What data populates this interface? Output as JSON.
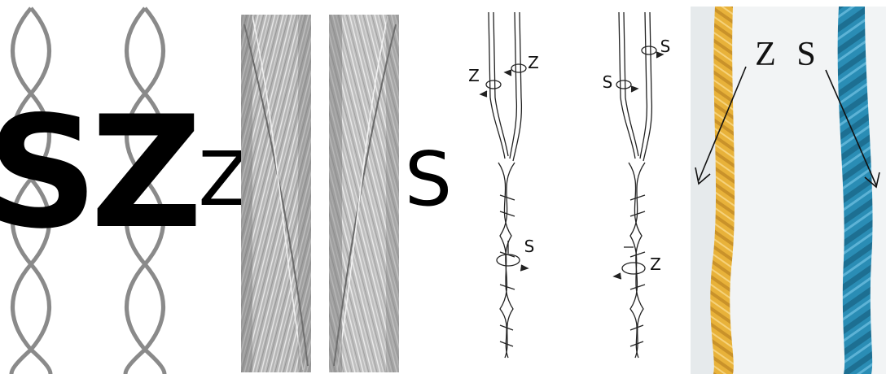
{
  "panel_ropes": {
    "left_letter": "S",
    "right_letter": "Z"
  },
  "panel_micrographs": {
    "left_letter": "Z",
    "right_letter": "S"
  },
  "panel_plying": {
    "left_diagram": {
      "singles_left": "Z",
      "singles_right": "Z",
      "ply": "S"
    },
    "right_diagram": {
      "singles_left": "S",
      "singles_right": "S",
      "ply": "Z"
    }
  },
  "panel_photo": {
    "left_letter": "Z",
    "right_letter": "S",
    "colors": {
      "yellow_yarn": "#E8B23A",
      "blue_yarn": "#2A8DB5",
      "background": "#F2F4F5"
    }
  }
}
